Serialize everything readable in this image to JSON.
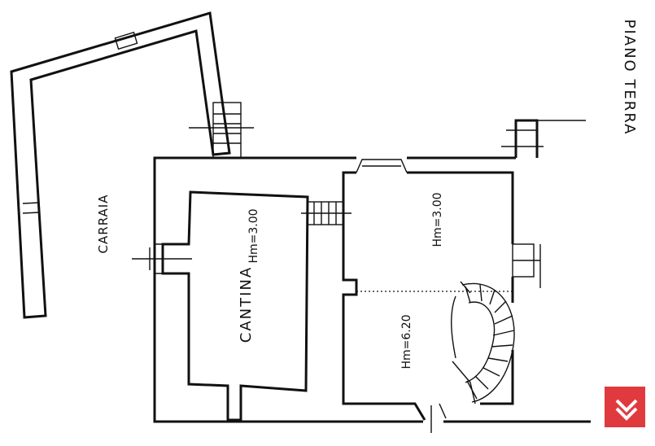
{
  "plan": {
    "floor_label": "PIANO TERRA",
    "rooms": {
      "carraia": "CARRAIA",
      "cantina": "CANTINA",
      "cantina_height": "Hm=3.00",
      "room_upper_height": "Hm=3.00",
      "room_lower_height": "Hm=6.20"
    }
  },
  "colors": {
    "ink": "#111111",
    "logo_red": "#e03a3e",
    "logo_white": "#ffffff"
  },
  "icons": {
    "logo": "brand-logo-icon"
  }
}
